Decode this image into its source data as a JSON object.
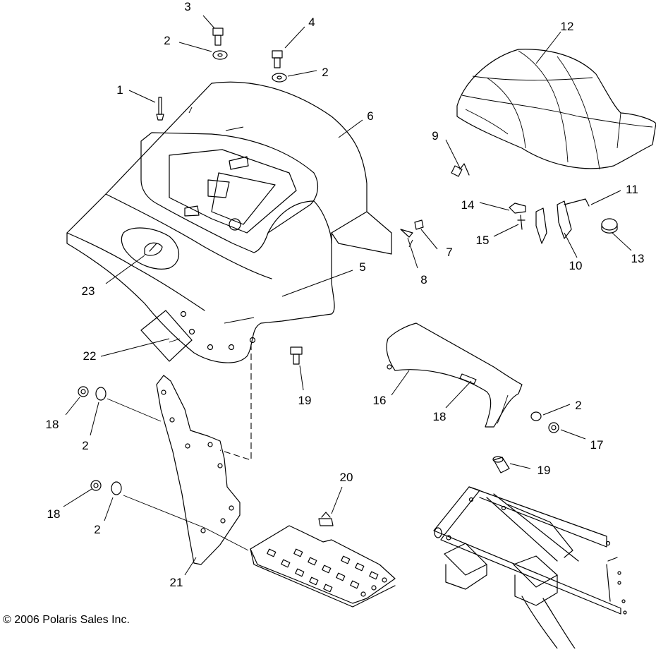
{
  "diagram": {
    "callouts": [
      {
        "id": "c1",
        "label": "1"
      },
      {
        "id": "c2a",
        "label": "2"
      },
      {
        "id": "c2b",
        "label": "2"
      },
      {
        "id": "c2c",
        "label": "2"
      },
      {
        "id": "c2d",
        "label": "2"
      },
      {
        "id": "c2e",
        "label": "2"
      },
      {
        "id": "c3",
        "label": "3"
      },
      {
        "id": "c4",
        "label": "4"
      },
      {
        "id": "c5",
        "label": "5"
      },
      {
        "id": "c6",
        "label": "6"
      },
      {
        "id": "c7",
        "label": "7"
      },
      {
        "id": "c8",
        "label": "8"
      },
      {
        "id": "c9",
        "label": "9"
      },
      {
        "id": "c10",
        "label": "10"
      },
      {
        "id": "c11",
        "label": "11"
      },
      {
        "id": "c12",
        "label": "12"
      },
      {
        "id": "c13",
        "label": "13"
      },
      {
        "id": "c14",
        "label": "14"
      },
      {
        "id": "c15",
        "label": "15"
      },
      {
        "id": "c16",
        "label": "16"
      },
      {
        "id": "c17",
        "label": "17"
      },
      {
        "id": "c18a",
        "label": "18"
      },
      {
        "id": "c18b",
        "label": "18"
      },
      {
        "id": "c18c",
        "label": "18"
      },
      {
        "id": "c19a",
        "label": "19"
      },
      {
        "id": "c19b",
        "label": "19"
      },
      {
        "id": "c20",
        "label": "20"
      },
      {
        "id": "c21",
        "label": "21"
      },
      {
        "id": "c22",
        "label": "22"
      },
      {
        "id": "c23",
        "label": "23"
      }
    ],
    "copyright": "© 2006 Polaris Sales Inc."
  }
}
